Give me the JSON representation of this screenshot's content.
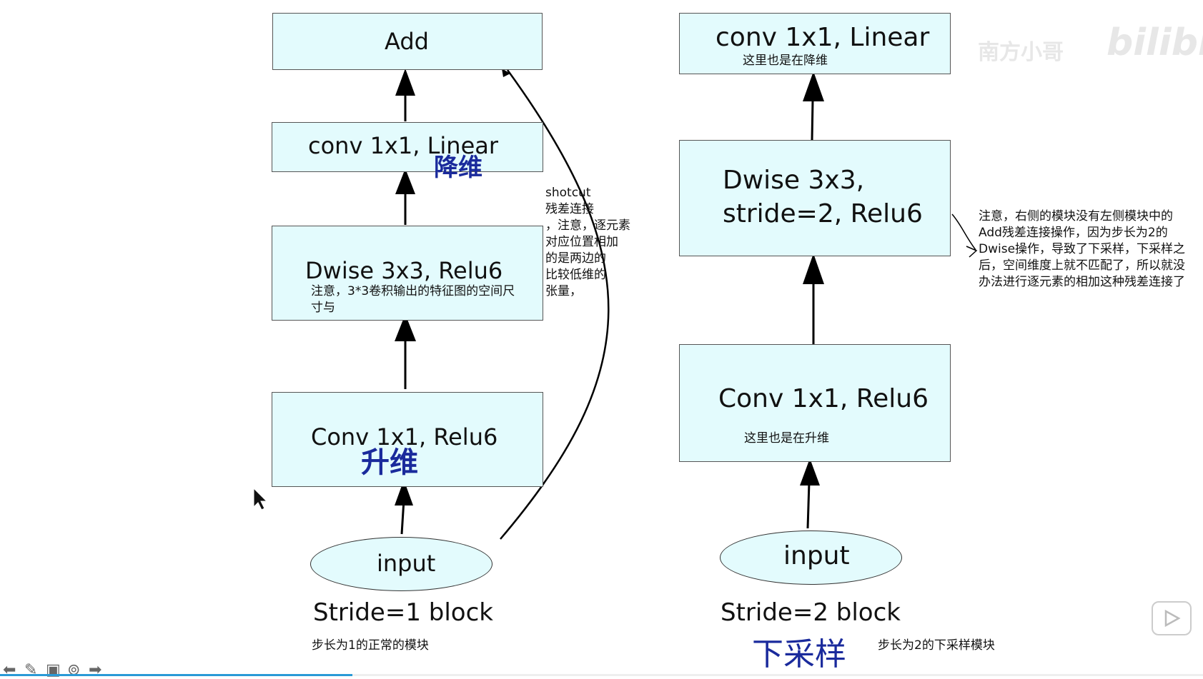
{
  "left": {
    "add": "Add",
    "conv_linear": "conv 1x1, Linear",
    "conv_linear_note": "降维",
    "dwise": "Dwise 3x3, Relu6",
    "dwise_note": "注意，3*3卷积输出的特征图的空间尺寸与",
    "conv_relu": "Conv 1x1, Relu6",
    "conv_relu_note": "升维",
    "input": "input",
    "caption": "Stride=1 block",
    "caption_note": "步长为1的正常的模块",
    "shortcut_note": "shotcut\n残差连接\n，注意，逐元素\n对应位置相加\n的是两边的\n比较低维的\n张量，"
  },
  "right": {
    "conv_linear": "conv 1x1, Linear",
    "conv_linear_note": "这里也是在降维",
    "dwise_line1": "Dwise 3x3,",
    "dwise_line2": "stride=2, Relu6",
    "conv_relu": "Conv 1x1, Relu6",
    "conv_relu_note": "这里也是在升维",
    "input": "input",
    "caption": "Stride=2 block",
    "caption_hand": "下采样",
    "caption_note": "步长为2的下采样模块",
    "side_note": "注意，右侧的模块没有左侧模块中的Add残差连接操作，因为步长为2的Dwise操作，导致了下采样，下采样之后，空间维度上就不匹配了，所以就没办法进行逐元素的相加这种残差连接了"
  },
  "watermark": {
    "text": "bilibili",
    "sub": "南方小哥"
  },
  "colors": {
    "box_fill": "#e3fbfd",
    "handwriting": "#1a2a9c"
  }
}
